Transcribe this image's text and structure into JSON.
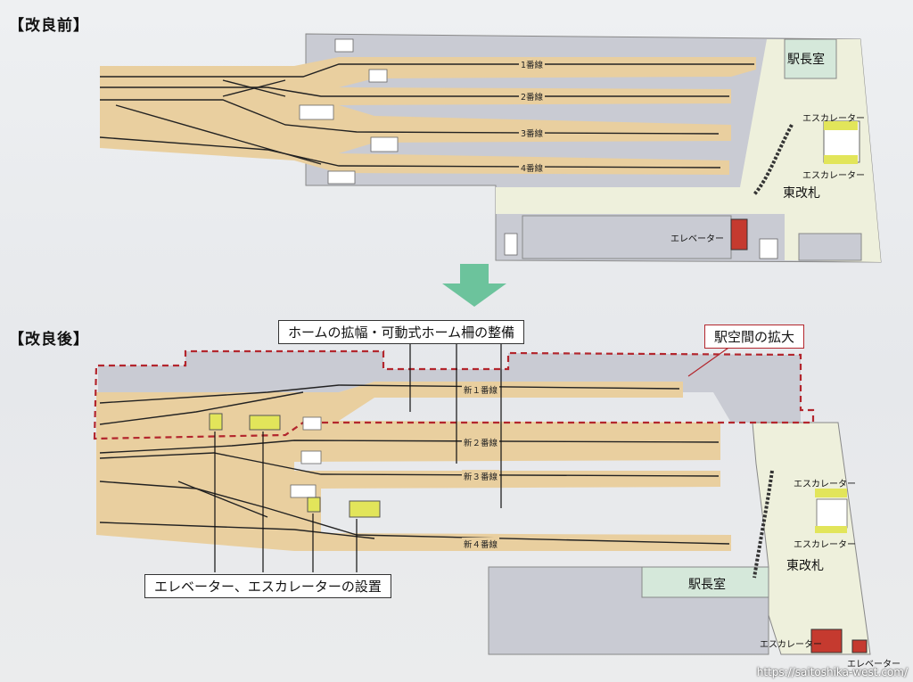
{
  "before": {
    "title": "【改良前】",
    "tracks": [
      "1番線",
      "2番線",
      "3番線",
      "4番線"
    ],
    "station_master": "駅長室",
    "escalator_top": "エスカレーター",
    "escalator_bottom": "エスカレーター",
    "east_gate": "東改札",
    "elevator": "エレベーター"
  },
  "after": {
    "title": "【改良後】",
    "callout_platform": "ホームの拡幅・可動式ホーム柵の整備",
    "callout_space": "駅空間の拡大",
    "callout_elevators": "エレベーター、エスカレーターの設置",
    "tracks": [
      "新１番線",
      "新２番線",
      "新３番線",
      "新４番線"
    ],
    "station_master": "駅長室",
    "escalator_top": "エスカレーター",
    "escalator_mid": "エスカレーター",
    "east_gate": "東改札",
    "escalator_bottom": "エスカレーター",
    "elevator": "エレベーター"
  },
  "watermark": "https://saitoshika-west.com/",
  "colors": {
    "track_band": "#e9cf9f",
    "building": "#c9cbd3",
    "concourse": "#eef0dc",
    "station_room": "#d5e8da",
    "arrow": "#6cc39c",
    "red": "#b3262d"
  }
}
